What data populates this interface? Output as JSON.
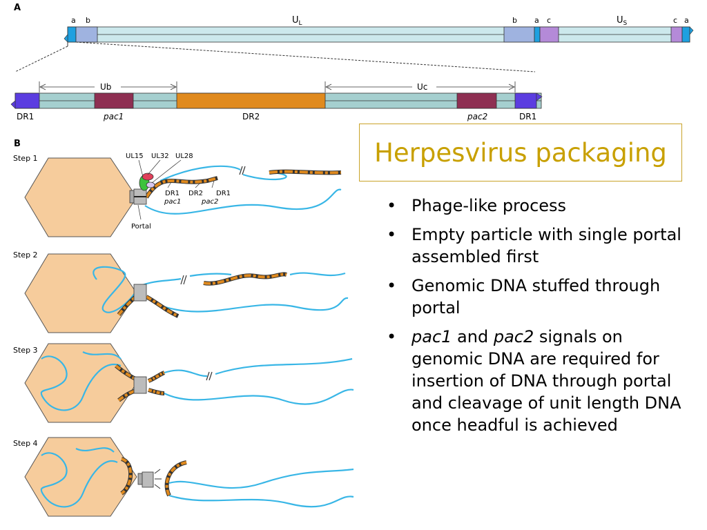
{
  "panel_a": {
    "label": "A",
    "top_labels": {
      "a_left": "a",
      "b_left": "b",
      "ul": "U",
      "ul_sub": "L",
      "b_right": "b",
      "a_mid": "a",
      "c_left": "c",
      "us": "U",
      "us_sub": "S",
      "c_right": "c",
      "a_right": "a"
    },
    "detail_labels": {
      "ub": "Ub",
      "uc": "Uc",
      "dr1_left": "DR1",
      "pac1": "pac1",
      "dr2": "DR2",
      "pac2": "pac2",
      "dr1_right": "DR1"
    }
  },
  "panel_b": {
    "label": "B",
    "steps": [
      "Step 1",
      "Step 2",
      "Step 3",
      "Step 4"
    ],
    "step1_labels": {
      "ul15": "UL15",
      "ul32": "UL32",
      "ul28": "UL28",
      "portal": "Portal",
      "dr1a": "DR1",
      "dr2": "DR2",
      "dr1b": "DR1",
      "pac1": "pac1",
      "pac2": "pac2"
    }
  },
  "slide": {
    "title": "Herpesvirus packaging",
    "bullets": [
      {
        "text": "Phage-like process"
      },
      {
        "text": "Empty particle with single portal assembled first"
      },
      {
        "text": "Genomic DNA stuffed through portal"
      },
      {
        "em1": "pac1",
        "mid": " and ",
        "em2": "pac2",
        "rest": " signals on genomic DNA are required for insertion of DNA through portal and cleavage of unit length DNA once headful is achieved"
      }
    ]
  },
  "colors": {
    "ul_fill": "#cce8ec",
    "b_fill": "#9fb3e0",
    "a_fill": "#1ea0e0",
    "c_fill": "#b48ad8",
    "dr1": "#5b3de0",
    "dr2": "#e08a1e",
    "pac": "#8e2f52",
    "u_region": "#a5cfcf",
    "capsid": "#f6cc9c",
    "dna": "#38b6e6",
    "ul15": "#3cc33c",
    "ul32": "#e0405a",
    "ul28": "#d8c8f0"
  }
}
